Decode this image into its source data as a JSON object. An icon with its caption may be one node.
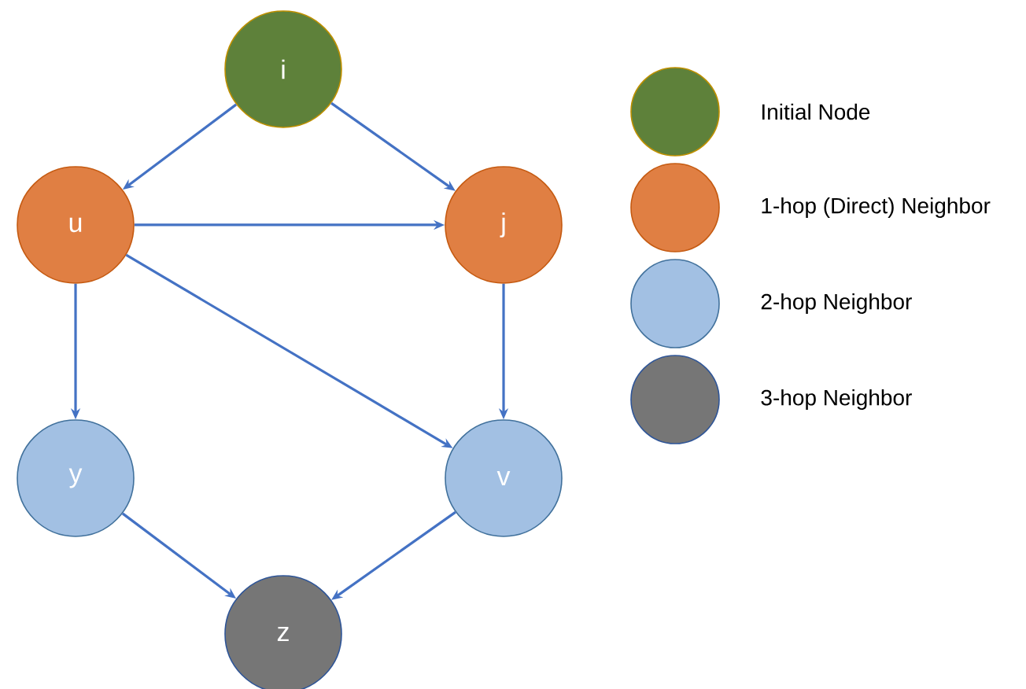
{
  "diagram": {
    "nodes": [
      {
        "text": [
          "i"
        ]
      },
      {
        "text": [
          "u"
        ]
      },
      {
        "text": [
          "j"
        ]
      },
      {
        "text": [
          "y"
        ]
      },
      {
        "text": [
          "v"
        ]
      },
      {
        "text": [
          "z"
        ]
      }
    ],
    "edges": [
      {
        "from": 0,
        "to": 1,
        "arrow": "to"
      },
      {
        "from": 0,
        "to": 2,
        "arrow": "to"
      },
      {
        "from": 1,
        "to": 2,
        "arrow": "to"
      },
      {
        "from": 1,
        "to": 3,
        "arrow": "to"
      },
      {
        "from": 1,
        "to": 4,
        "arrow": "to"
      },
      {
        "from": 2,
        "to": 4,
        "arrow": "to"
      },
      {
        "from": 3,
        "to": 5,
        "arrow": "to"
      },
      {
        "from": 4,
        "to": 5,
        "arrow": "to"
      }
    ],
    "legend": [
      {
        "text": "Initial Node",
        "color": "#5e813a"
      },
      {
        "text": "1-hop (Direct) Neighbor",
        "color": "#e07f43"
      },
      {
        "text": "2-hop Neighbor",
        "color": "#a2c0e3"
      },
      {
        "text": "3-hop Neighbor",
        "color": "#767676"
      }
    ]
  }
}
